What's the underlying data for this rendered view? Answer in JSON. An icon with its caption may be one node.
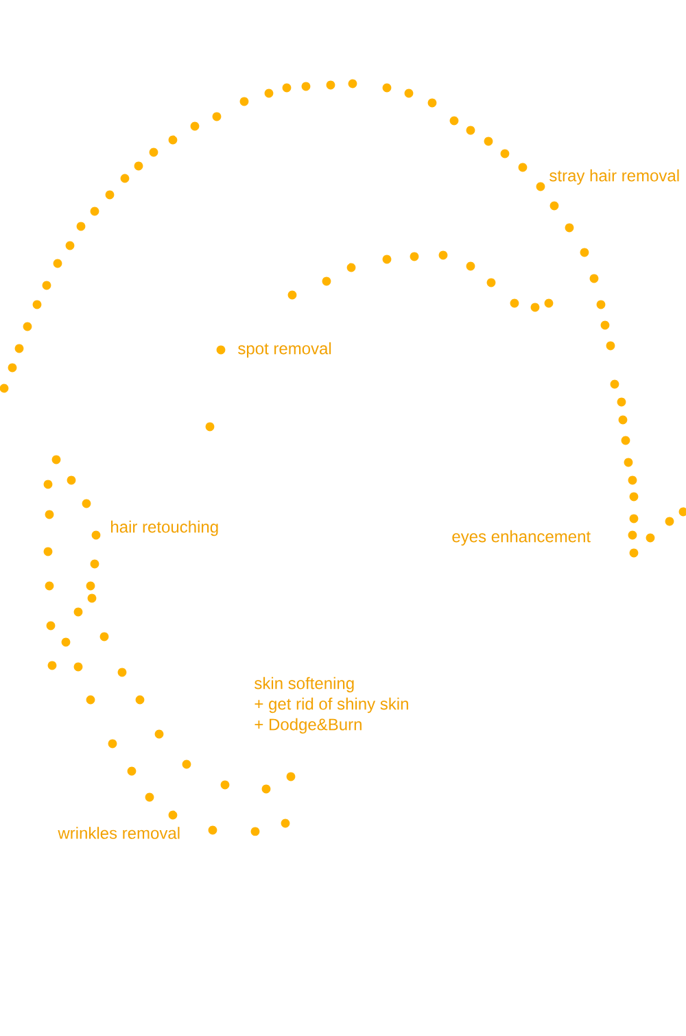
{
  "diagram": {
    "labels": [
      "stray hair removal",
      "spot removal",
      "hair retouching",
      "eyes enhancement",
      "skin softening",
      "+ get rid of shiny skin",
      "+ Dodge&Burn",
      "wrinkles removal"
    ]
  }
}
